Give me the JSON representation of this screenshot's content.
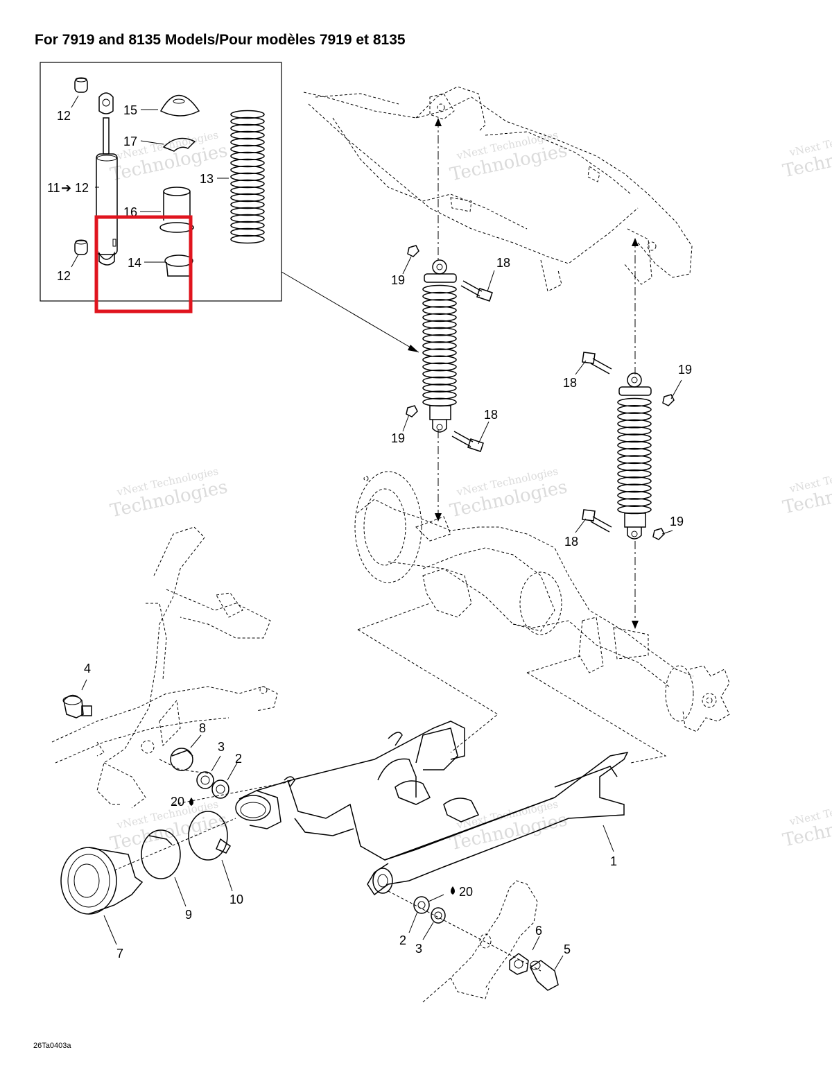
{
  "title": "For 7919 and 8135 Models/Pour modèles 7919 et 8135",
  "footer_code": "26Ta0403a",
  "watermark": {
    "line1": "vNext Technologies",
    "line2": "Technologies",
    "logo": "vNext"
  },
  "highlight_color": "#e0141e",
  "inset_callouts": {
    "c12a": "12",
    "c12b": "12",
    "c11": "11",
    "arrow": "➔",
    "c12c": "12",
    "c13": "13",
    "c14": "14",
    "c15": "15",
    "c16": "16",
    "c17": "17"
  },
  "main_callouts": {
    "c1": "1",
    "c2a": "2",
    "c2b": "2",
    "c3a": "3",
    "c3b": "3",
    "c4": "4",
    "c5": "5",
    "c6": "6",
    "c7": "7",
    "c8": "8",
    "c9": "9",
    "c10": "10",
    "c18a": "18",
    "c18b": "18",
    "c18c": "18",
    "c18d": "18",
    "c19a": "19",
    "c19b": "19",
    "c19c": "19",
    "c19d": "19",
    "c20a": "20",
    "c20b": "20"
  },
  "icons": {
    "lubricant": "oil-drop-icon"
  }
}
